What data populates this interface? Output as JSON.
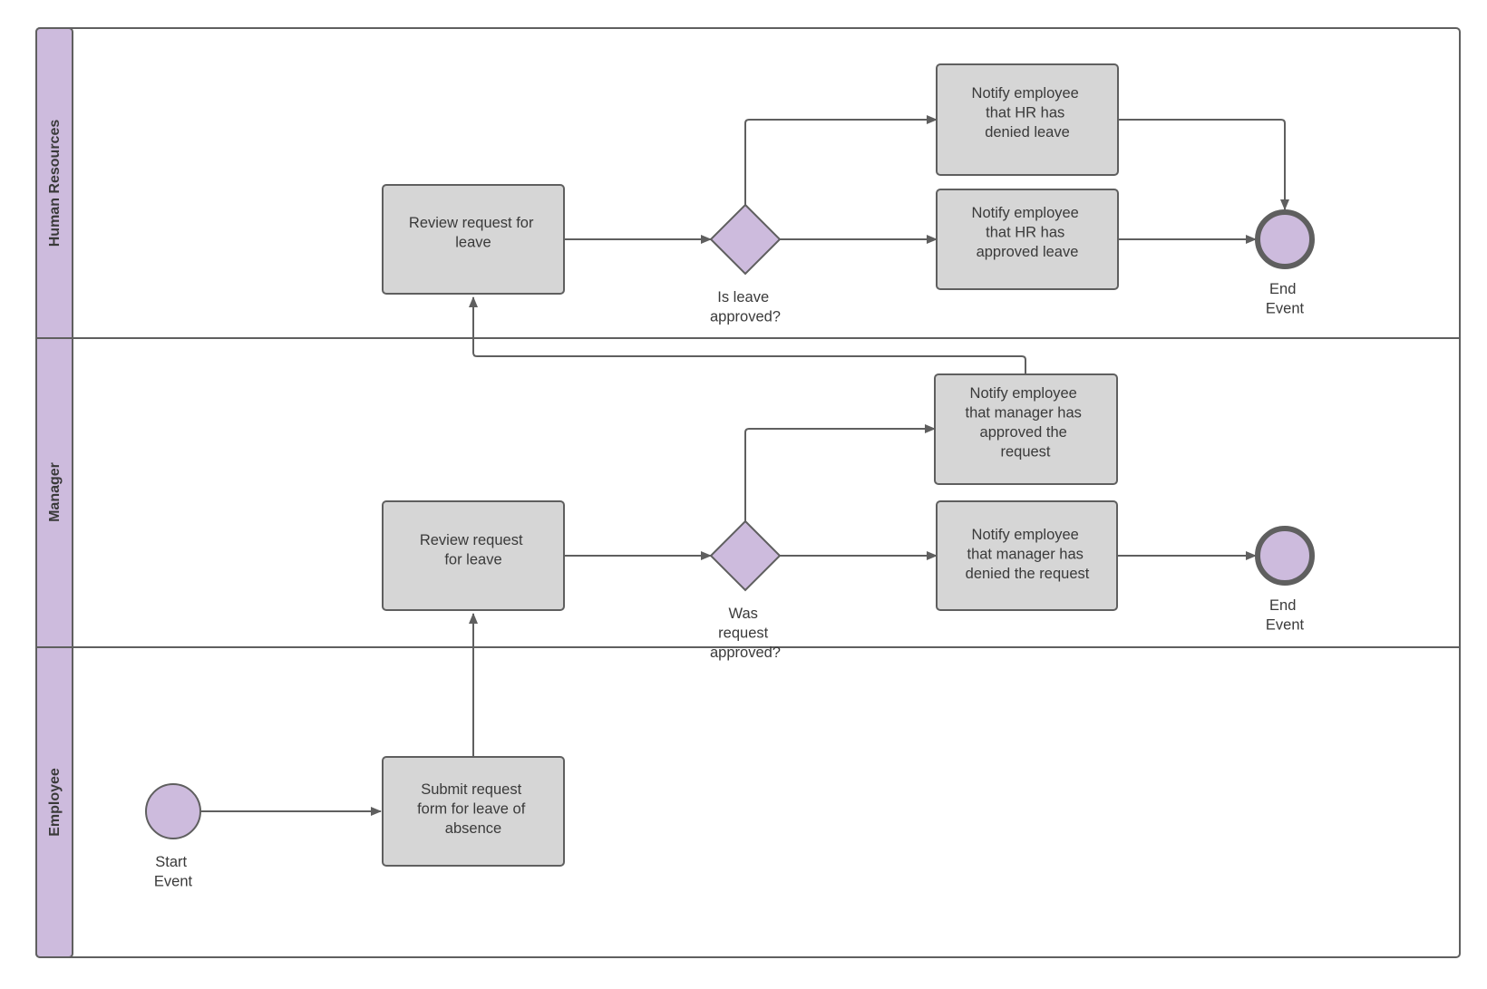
{
  "colors": {
    "lane_header_fill": "#cdbbdd",
    "task_fill": "#d6d6d6",
    "stroke": "#5f5f5f",
    "text": "#3a3a3a"
  },
  "lanes": {
    "hr": "Human Resources",
    "manager": "Manager",
    "employee": "Employee"
  },
  "hr": {
    "review_task": [
      "Review request for",
      "leave"
    ],
    "gateway_label": [
      "Is leave",
      "approved?"
    ],
    "notify_denied": [
      "Notify employee",
      "that HR has",
      "denied leave"
    ],
    "notify_approved": [
      "Notify employee",
      "that HR has",
      "approved leave"
    ],
    "end_event_label": [
      "End",
      "Event"
    ]
  },
  "manager": {
    "review_task": [
      "Review request",
      "for leave"
    ],
    "gateway_label": [
      "Was",
      "request",
      "approved?"
    ],
    "notify_approved": [
      "Notify employee",
      "that manager has",
      "approved the",
      "request"
    ],
    "notify_denied": [
      "Notify employee",
      "that manager has",
      "denied the request"
    ],
    "end_event_label": [
      "End",
      "Event"
    ]
  },
  "employee": {
    "start_event_label": [
      "Start",
      "Event"
    ],
    "submit_task": [
      "Submit request",
      "form for leave of",
      "absence"
    ]
  }
}
